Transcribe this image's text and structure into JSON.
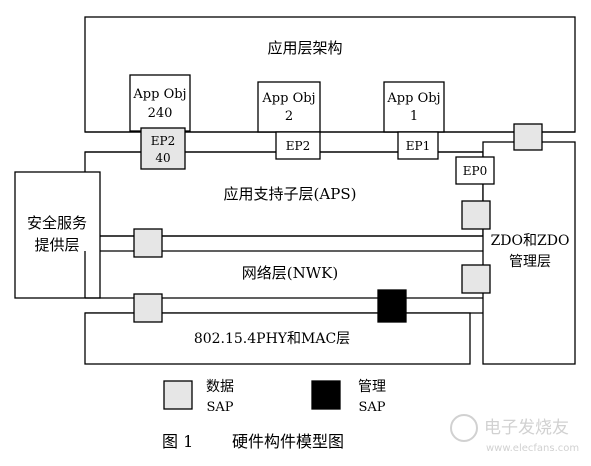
{
  "diagram": {
    "app_framework_label": "应用层架构",
    "app_objects": [
      {
        "line1": "App Obj",
        "line2": "240"
      },
      {
        "line1": "App Obj",
        "line2": "2"
      },
      {
        "line1": "App Obj",
        "line2": "1"
      }
    ],
    "endpoints": {
      "ep240_line1": "EP2",
      "ep240_line2": "40",
      "ep2": "EP2",
      "ep1": "EP1",
      "ep0": "EP0"
    },
    "aps_label": "应用支持子层(APS)",
    "security_line1": "安全服务",
    "security_line2": "提供层",
    "zdo_line1": "ZDO和ZDO",
    "zdo_line2": "管理层",
    "nwk_label": "网络层(NWK)",
    "phy_mac_label": "802.15.4PHY和MAC层"
  },
  "legend": {
    "data_sap_line1": "数据",
    "data_sap_line2": "SAP",
    "mgmt_sap_line1": "管理",
    "mgmt_sap_line2": "SAP"
  },
  "caption": {
    "number": "图 1",
    "title": "硬件构件模型图"
  },
  "watermark": {
    "text": "电子发烧友",
    "url": "www.elecfans.com"
  },
  "colors": {
    "data_sap_fill": "#e6e6e6",
    "mgmt_sap_fill": "#000000",
    "stroke": "#000000"
  }
}
